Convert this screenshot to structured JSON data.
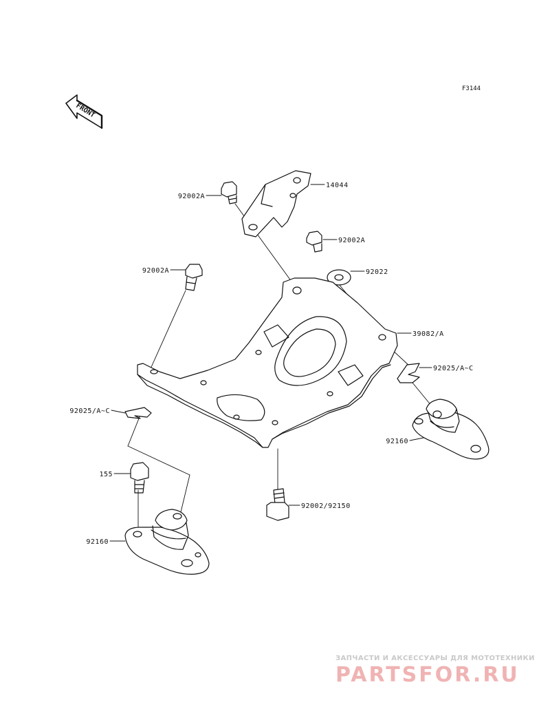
{
  "figure_code": "F3144",
  "front_label": "FRONT",
  "labels": {
    "p14044": "14044",
    "p92002a_top": "92002A",
    "p92002a_right": "92002A",
    "p92002a_left": "92002A",
    "p92022": "92022",
    "p39082": "39082/A",
    "p92025_right": "92025/A~C",
    "p92025_left": "92025/A~C",
    "p92160_right": "92160",
    "p155": "155",
    "p92002_92150": "92002/92150",
    "p92160_left": "92160"
  },
  "watermark": {
    "tagline": "ЗАПЧАСТИ И АКСЕССУАРЫ ДЛЯ МОТОТЕХНИКИ",
    "logo": "PARTSFOR.RU",
    "tagline_color": "#c9c9c9",
    "logo_color": "#f0b3b3"
  }
}
